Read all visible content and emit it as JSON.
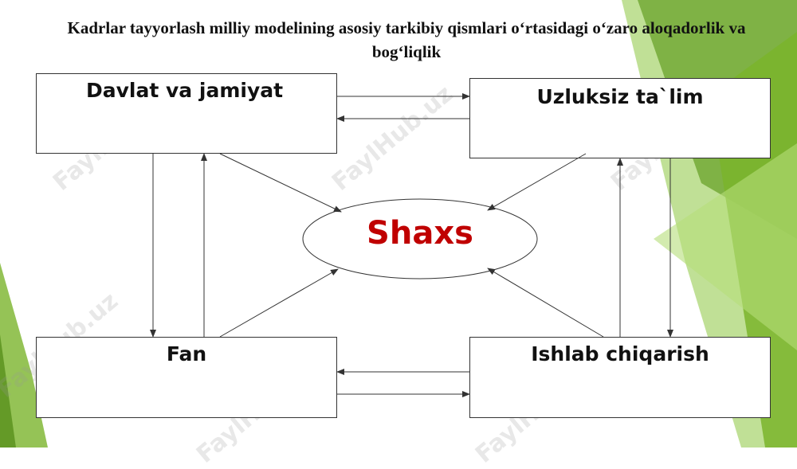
{
  "title": "Kadrlar tayyorlash milliy modelining asosiy tarkibiy qismlari o‘rtasidagi o‘zaro aloqadorlik va bog‘liqlik",
  "nodes": {
    "davlat": "Davlat va jamiyat",
    "uzluksiz": "Uzluksiz ta`lim",
    "fan": "Fan",
    "ishlab": "Ishlab chiqarish",
    "shaxs": "Shaxs"
  },
  "watermark": "FaylHub.uz",
  "colors": {
    "center_text": "#c00000",
    "accent_green": "#7ab42c",
    "box_border": "#333333"
  }
}
